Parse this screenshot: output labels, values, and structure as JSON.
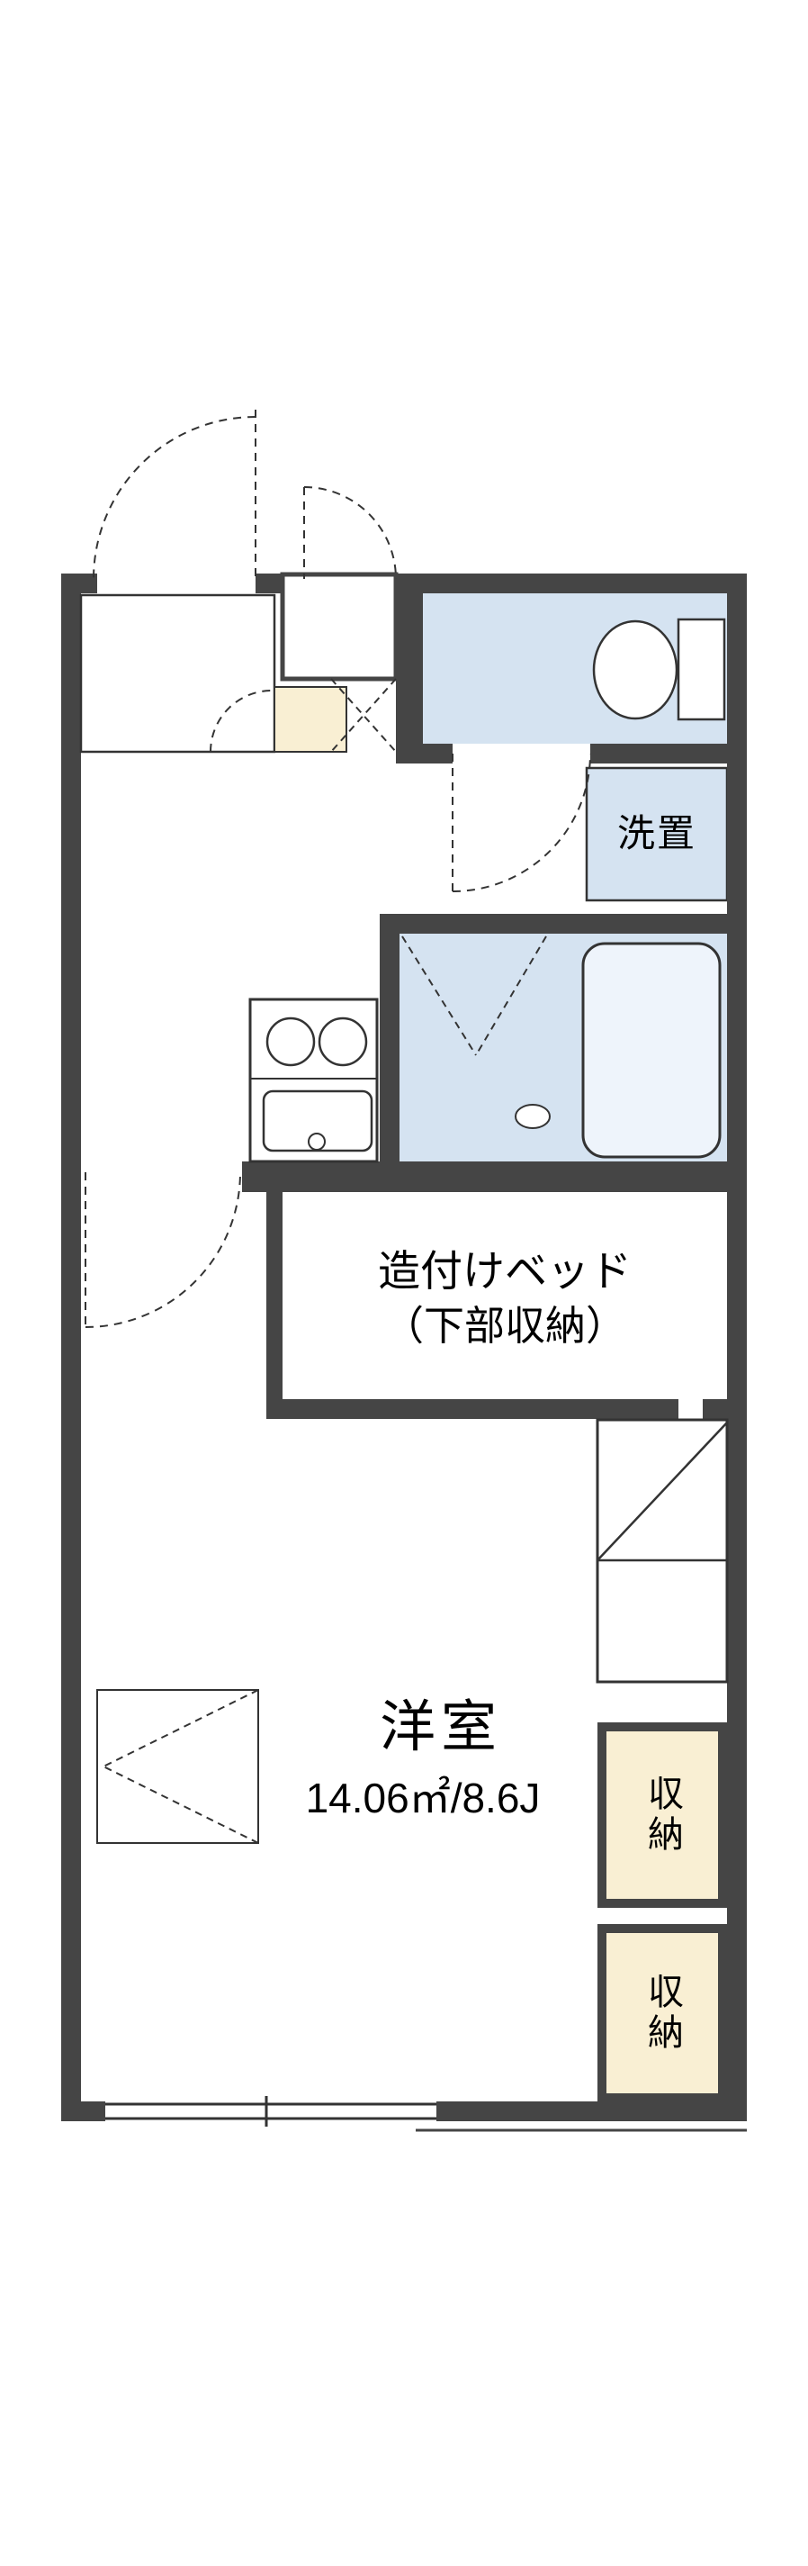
{
  "floorplan": {
    "labels": {
      "room_title": "洋室",
      "room_area": "14.06㎡/8.6J",
      "bed_line1": "造付けベッド",
      "bed_line2": "（下部収納）",
      "washer": "洗置",
      "storage_top": "収納",
      "storage_bottom": "収納"
    },
    "colors": {
      "wall": "#454545",
      "wet_area_fill": "#d5e3f1",
      "tub_fill": "#eef4fb",
      "storage_fill": "#f9efd3",
      "mat_fill": "#f9efd3",
      "line": "#333333",
      "background": "#ffffff"
    }
  }
}
